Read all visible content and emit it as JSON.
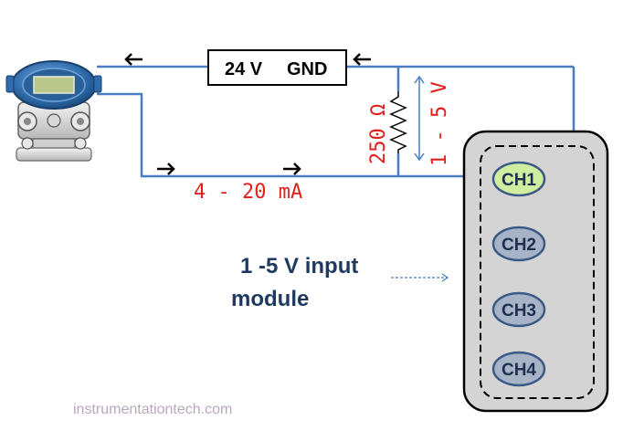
{
  "power_supply": {
    "voltage_label": "24 V",
    "ground_label": "GND"
  },
  "resistor": {
    "label": "250 Ω"
  },
  "voltage_drop": {
    "label": "1 - 5 V"
  },
  "current_loop": {
    "label": "4 - 20 mA"
  },
  "module": {
    "title_line1": "1 -5 V input",
    "title_line2": "module",
    "channels": [
      "CH1",
      "CH2",
      "CH3",
      "CH4"
    ]
  },
  "watermark": "instrumentationtech.com",
  "colors": {
    "wire": "#4a7dbf",
    "label_red": "#e0201b",
    "module_text": "#1f3a5f",
    "ch1_fill": "#cfeea0",
    "ch_fill": "#a7b4c8",
    "module_fill": "#d4d4d4"
  }
}
